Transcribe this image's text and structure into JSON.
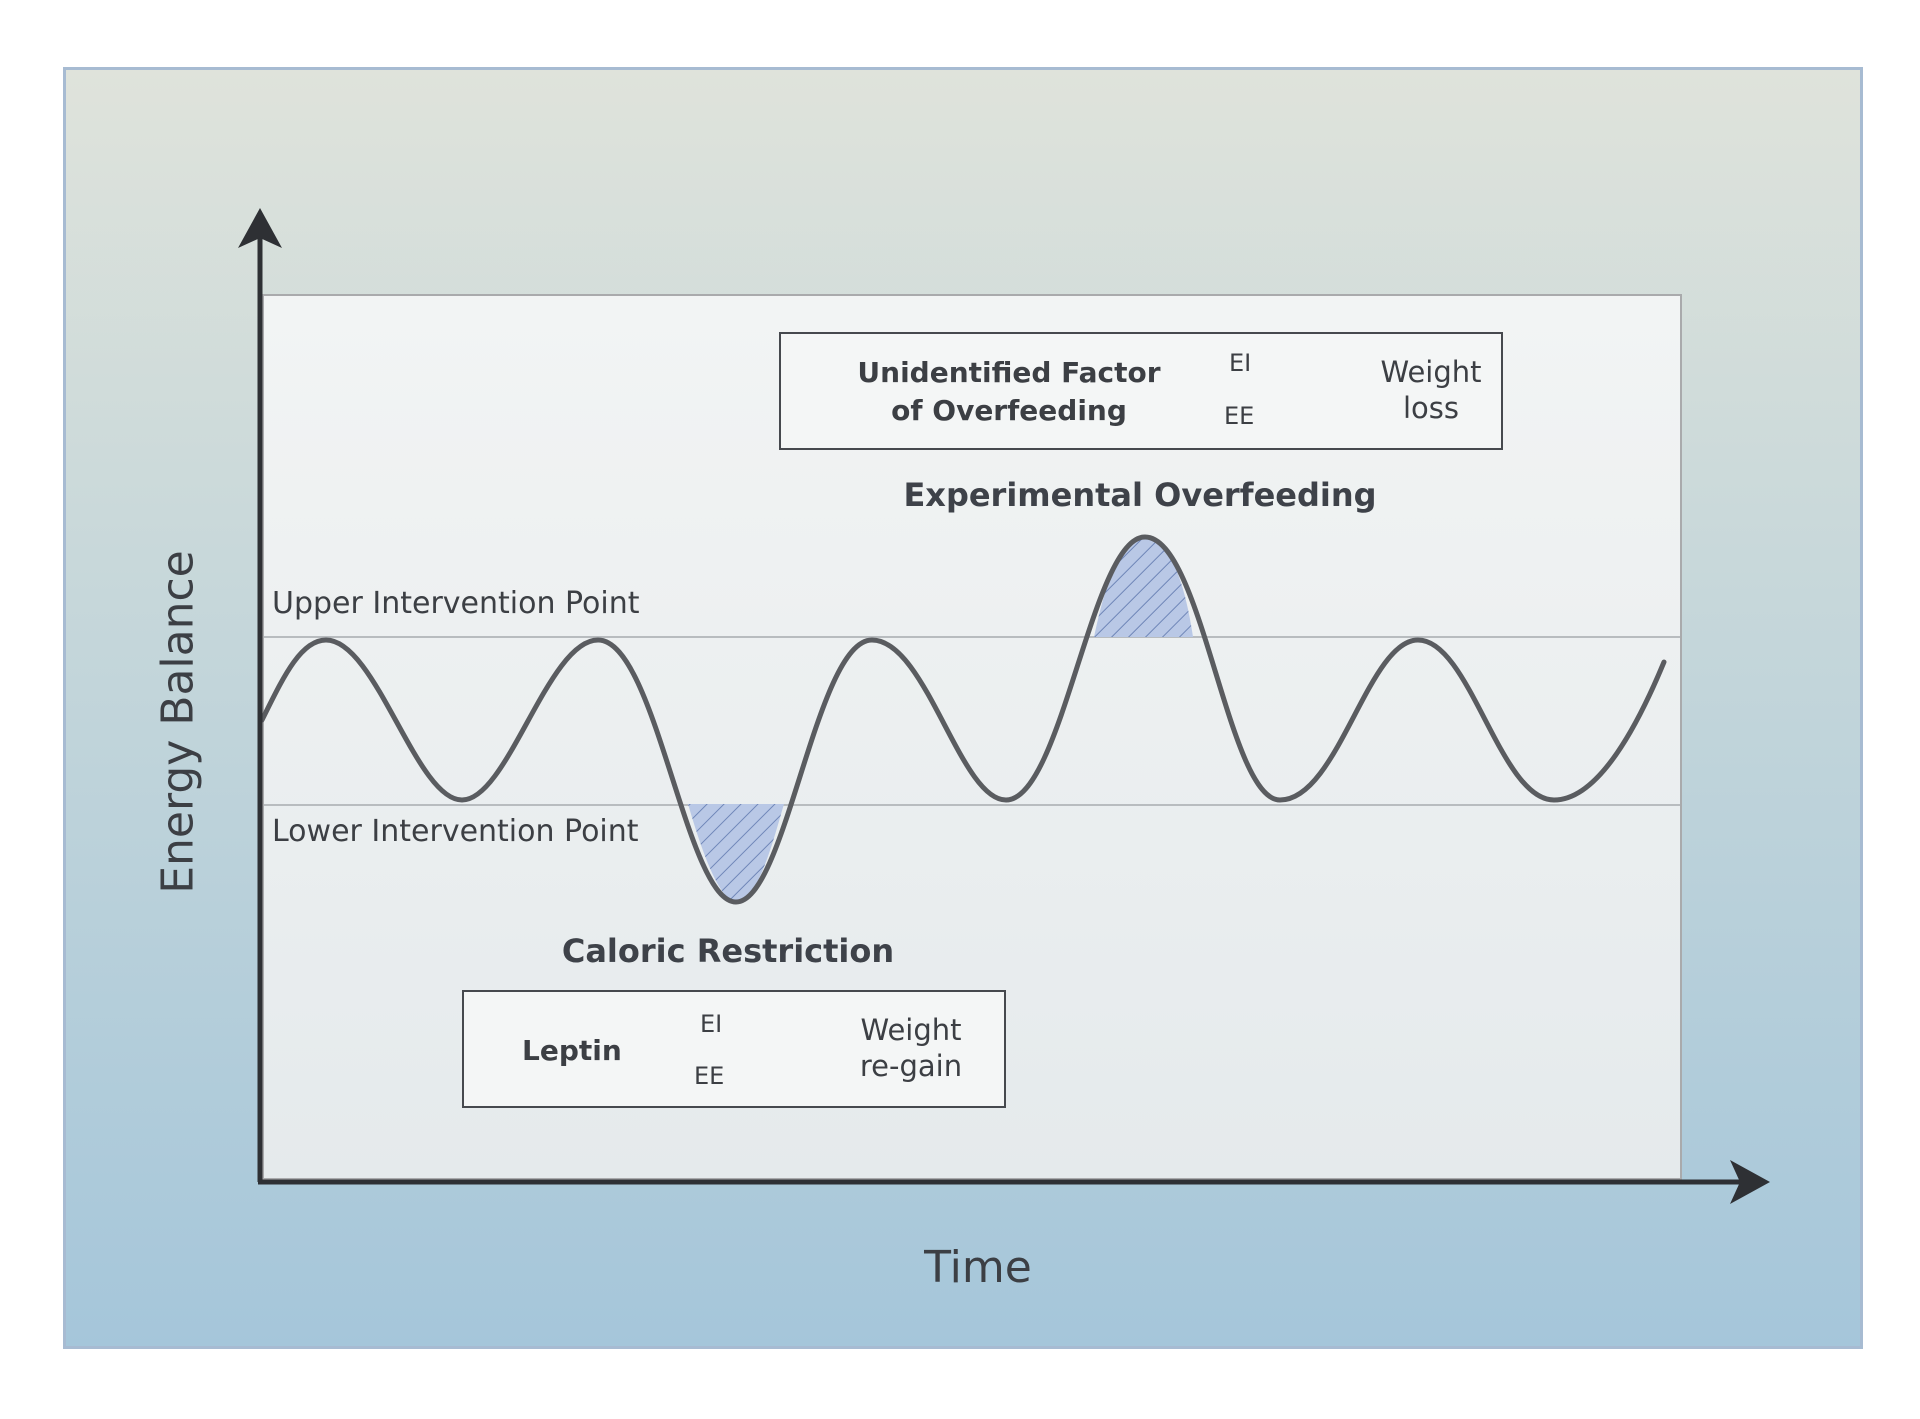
{
  "y_axis_label": "Energy Balance",
  "x_axis_label": "Time",
  "upper_label": "Upper Intervention Point",
  "lower_label": "Lower Intervention Point",
  "overfeeding": {
    "heading": "Experimental Overfeeding",
    "factor_line1": "Unidentified Factor",
    "factor_line2": "of Overfeeding",
    "ei": "EI",
    "ee": "EE",
    "result_line1": "Weight",
    "result_line2": "loss"
  },
  "restriction": {
    "heading": "Caloric Restriction",
    "factor": "Leptin",
    "ei": "EI",
    "ee": "EE",
    "result_line1": "Weight",
    "result_line2": "re-gain"
  },
  "colors": {
    "curve": "#5a5c60",
    "hatch_fill": "#9fb4dc",
    "axis": "#2e3034"
  }
}
